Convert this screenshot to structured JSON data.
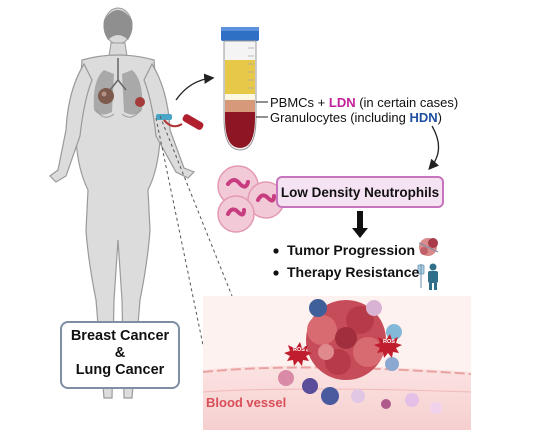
{
  "fractions": {
    "pbmc_prefix": "PBMCs + ",
    "ldn": "LDN",
    "pbmc_suffix": " (in certain cases)",
    "gran_prefix": "Granulocytes (including ",
    "hdn": "HDN",
    "gran_suffix": ")"
  },
  "ldn_title": "Low Density Neutrophils",
  "outcomes": [
    {
      "label": "Tumor Progression",
      "icon": "tumor-mass-icon"
    },
    {
      "label": "Therapy Resistance",
      "icon": "iv-drip-patient-icon"
    }
  ],
  "cancer_types": {
    "line1": "Breast Cancer",
    "line2": "&",
    "line3": "Lung Cancer"
  },
  "tme": {
    "vessel_label": "Blood vessel",
    "ros1": "ROS",
    "ros2": "ROS"
  },
  "colors": {
    "ldn": "#c21f9a",
    "hdn": "#1e4fa3",
    "box_border": "#c774bd",
    "box_fill": "#f5e3f3",
    "vessel_text": "#d94f58",
    "cap": "#2f6fc4"
  }
}
